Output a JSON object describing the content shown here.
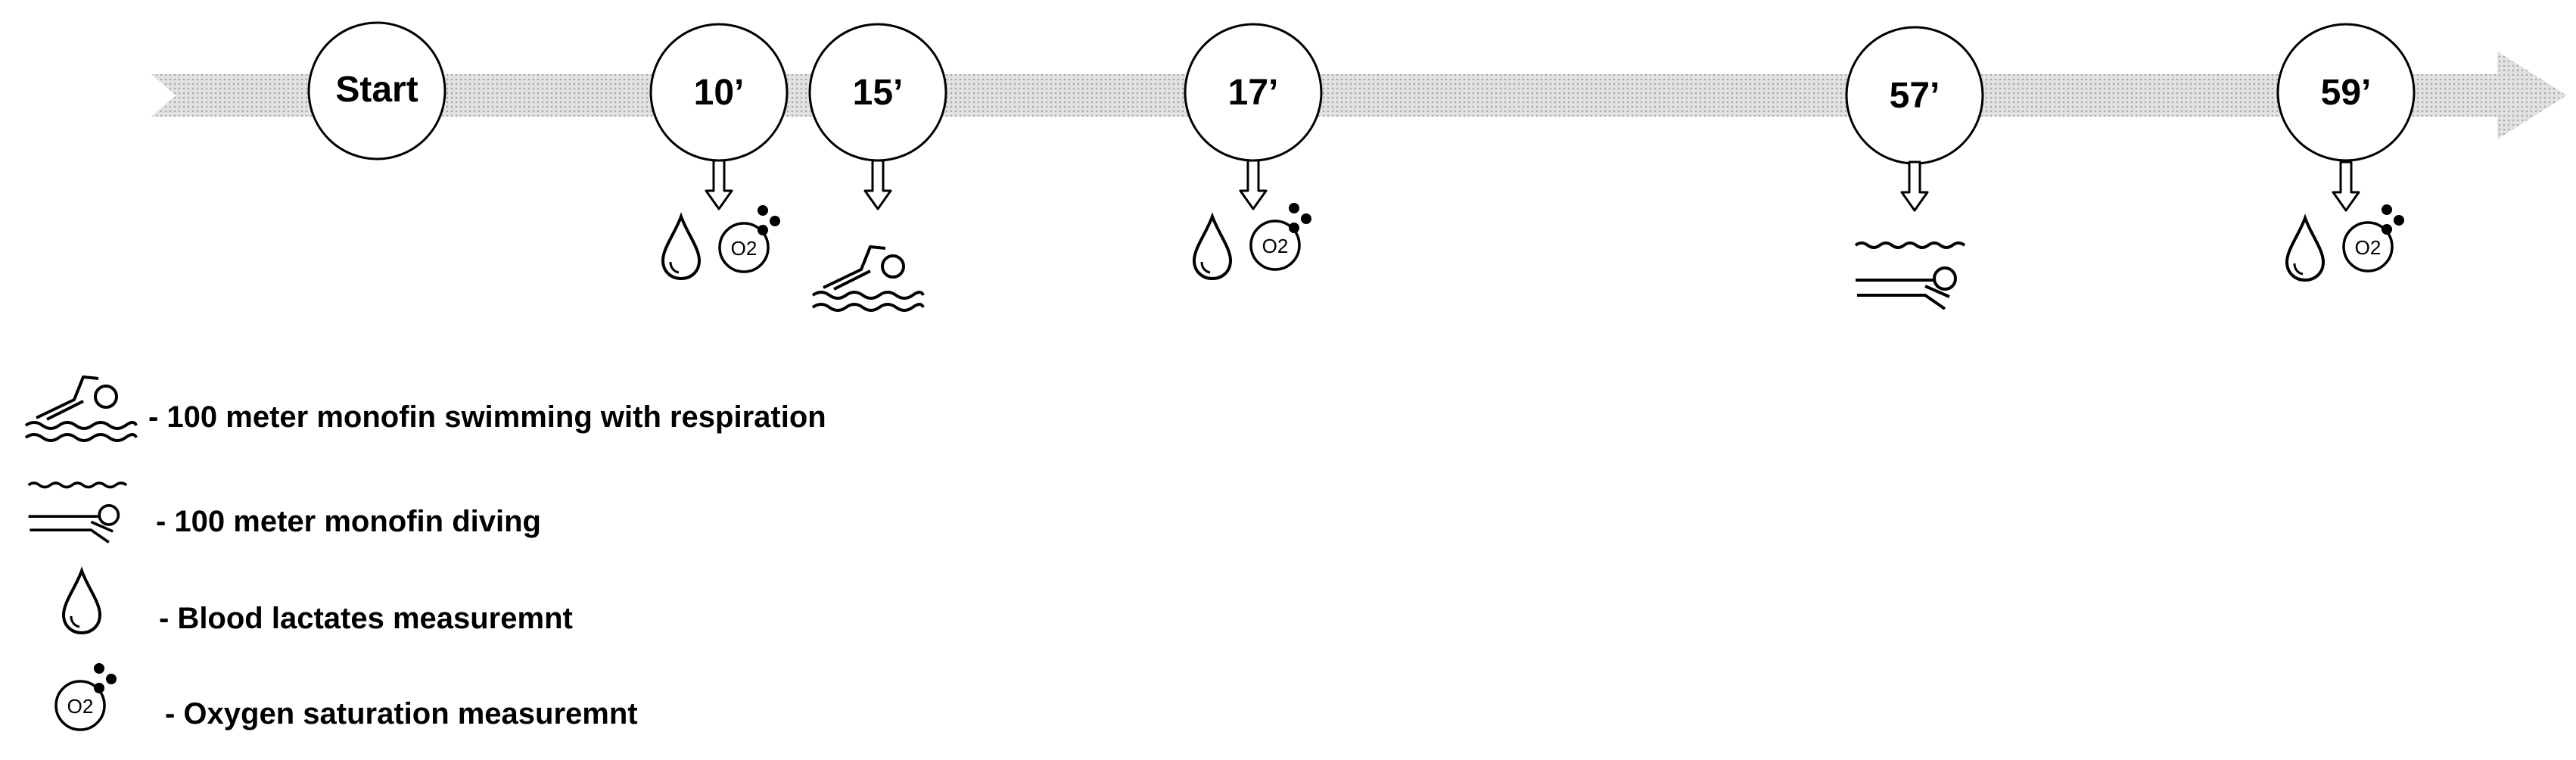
{
  "timeline": {
    "nodes": [
      {
        "label": "Start"
      },
      {
        "label": "10’"
      },
      {
        "label": "15’"
      },
      {
        "label": "17’"
      },
      {
        "label": "57’"
      },
      {
        "label": "59’"
      }
    ]
  },
  "legend": {
    "items": [
      {
        "icon": "swimmer-icon",
        "text": "- 100 meter monofin swimming with respiration"
      },
      {
        "icon": "diver-icon",
        "text": "- 100 meter monofin diving"
      },
      {
        "icon": "blood-drop-icon",
        "text": "- Blood lactates measuremnt"
      },
      {
        "icon": "oxygen-icon",
        "text": "- Oxygen saturation measuremnt"
      }
    ]
  },
  "icon_labels": {
    "oxygen": "O2"
  },
  "colors": {
    "timeline_arrow": "#d0d0d0",
    "line": "#000000",
    "background": "#ffffff"
  }
}
